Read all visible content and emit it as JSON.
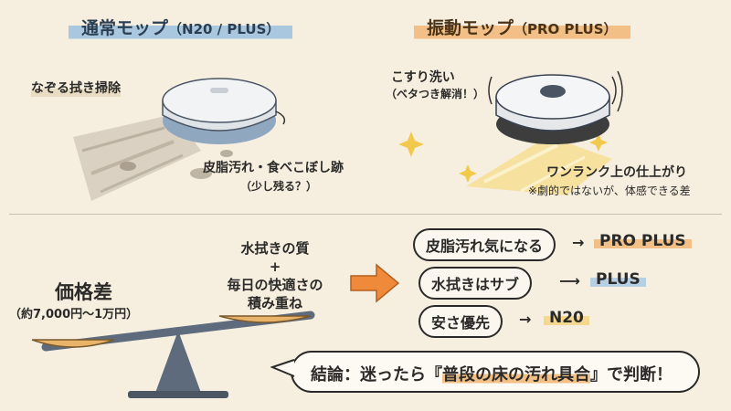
{
  "left": {
    "title": "通常モップ",
    "title_sub": "（N20 / PLUS）",
    "note_top": "なぞる拭き掃除",
    "note_bottom_1": "皮脂汚れ・食べこぼし跡",
    "note_bottom_2": "（少し残る？）"
  },
  "right": {
    "title": "振動モップ",
    "title_sub": "（PRO PLUS）",
    "note_top_1": "こすり洗い",
    "note_top_2": "（ベタつき解消！）",
    "note_bottom_1": "ワンランク上の仕上がり",
    "note_bottom_2": "※劇的ではないが、体感できる差"
  },
  "scale": {
    "price_label": "価格差",
    "price_sub": "（約7,000円〜1万円）",
    "value_1": "水拭きの質",
    "value_plus": "+",
    "value_2": "毎日の快適さの",
    "value_3": "積み重ね"
  },
  "choices": [
    {
      "label": "皮脂汚れ気になる",
      "arrow": "→",
      "result": "PRO PLUS"
    },
    {
      "label": "水拭きはサブ",
      "arrow": "⟶",
      "result": "PLUS"
    },
    {
      "label": "安さ優先",
      "arrow": "→",
      "result": "N20"
    }
  ],
  "conclusion": {
    "prefix": "結論：迷ったら『",
    "highlight": "普段の床の汚れ具合",
    "suffix": "』で判断！"
  },
  "colors": {
    "blue_accent": "#a9c7df",
    "orange_accent": "#f2c086",
    "yellow_accent": "#f5d88f",
    "arrow_orange": "#ef8a3a",
    "scale_gray": "#5d6b7c"
  }
}
